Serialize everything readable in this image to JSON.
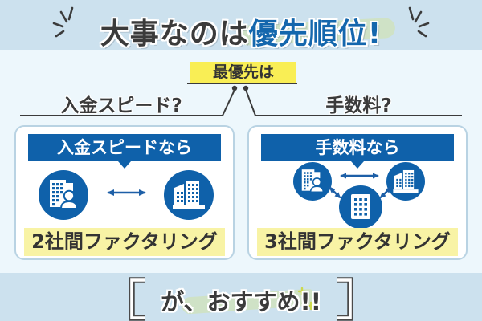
{
  "title": {
    "prefix": "大事なのは",
    "highlight": "優先順位!"
  },
  "priority": {
    "label": "最優先は"
  },
  "options": {
    "left": "入金スピード?",
    "right": "手数料?"
  },
  "cards": {
    "left": {
      "header": "入金スピードなら",
      "label": "2社間ファクタリング",
      "icons": [
        "company-with-user-icon",
        "arrow-both-icon",
        "factoring-company-icon"
      ]
    },
    "right": {
      "header": "手数料なら",
      "label": "3社間ファクタリング",
      "icons": [
        "company-with-user-icon",
        "arrow-both-icon",
        "factoring-company-icon",
        "debtor-company-icon",
        "diagonal-arrow-icon",
        "diagonal-arrow-icon"
      ]
    }
  },
  "footer": {
    "text": "が、おすすめ!!"
  },
  "colors": {
    "banner_bg": "#cce1ee",
    "page_bg": "#edf7fc",
    "card_bg": "#ffffff",
    "card_border": "#b9d3e3",
    "primary_blue": "#0f61aa",
    "arrow_blue": "#1d5fa7",
    "title_blue": "#1467ad",
    "text_dark": "#3b3b3b",
    "highlight_yellow_bright": "#f9ee55",
    "highlight_yellow_pale": "#f8f3a5",
    "brush_green": "#cfe2bb"
  }
}
